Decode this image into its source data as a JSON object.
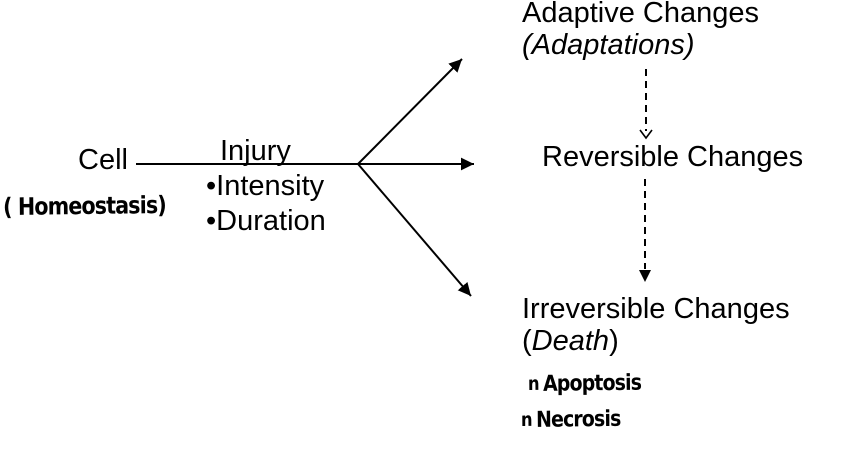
{
  "diagram": {
    "cell": {
      "label": "Cell",
      "handwritten_note": "( Homeostasis)"
    },
    "injury": {
      "label": "Injury",
      "bullet_items": [
        "•Intensity",
        "•Duration"
      ]
    },
    "outcomes": {
      "adaptive": {
        "title": "Adaptive Changes",
        "subtitle": "(Adaptations)"
      },
      "reversible": {
        "title": "Reversible Changes"
      },
      "irreversible": {
        "title": "Irreversible Changes",
        "subtitle_open": "(",
        "subtitle_word": "Death",
        "subtitle_close": ")"
      }
    },
    "handwritten_items": [
      {
        "bullet": "n",
        "label": "Apoptosis"
      },
      {
        "bullet": "n",
        "label": "Necrosis"
      }
    ],
    "colors": {
      "ink": "#000000",
      "background": "#ffffff"
    }
  }
}
